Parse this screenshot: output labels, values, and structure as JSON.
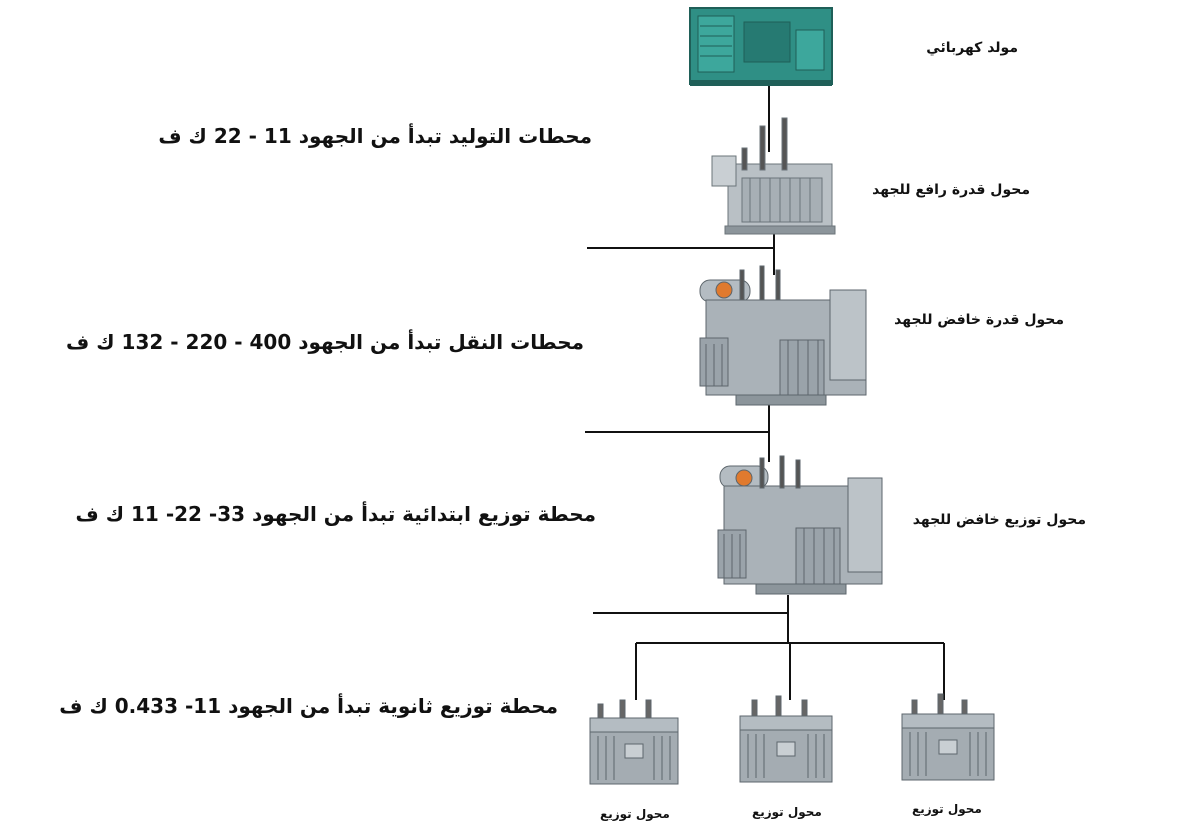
{
  "diagram": {
    "stages": [
      {
        "id": "generation",
        "text": "محطات التوليد    تبدأ من الجهود 11 - 22  ك ف"
      },
      {
        "id": "transmission",
        "text": "محطات النقل   تبدأ من الجهود 400 - 220 - 132   ك ف"
      },
      {
        "id": "primary_distribution",
        "text": "محطة توزيع ابتدائية  تبدأ من الجهود 33- 22- 11  ك ف"
      },
      {
        "id": "secondary_distribution",
        "text": "محطة توزيع ثانوية  تبدأ من الجهود 11- 0.433  ك ف"
      }
    ],
    "devices": [
      {
        "id": "generator",
        "label": "مولد كهربائي",
        "icon": "generator-icon"
      },
      {
        "id": "step_up",
        "label": "محول قدرة رافع للجهد",
        "icon": "step-up-transformer-icon"
      },
      {
        "id": "step_down_power",
        "label": "محول قدرة خافض للجهد",
        "icon": "power-transformer-icon"
      },
      {
        "id": "step_down_distribution",
        "label": "محول توزيع خافض للجهد",
        "icon": "distribution-transformer-icon"
      }
    ],
    "distribution_transformers": [
      {
        "label": "محول توزيع"
      },
      {
        "label": "محول توزيع"
      },
      {
        "label": "محول توزيع"
      }
    ],
    "colors": {
      "line": "#111111",
      "generator": "#2f8f85",
      "transformer": "#9aa3aa",
      "accent": "#e07a2e"
    }
  }
}
